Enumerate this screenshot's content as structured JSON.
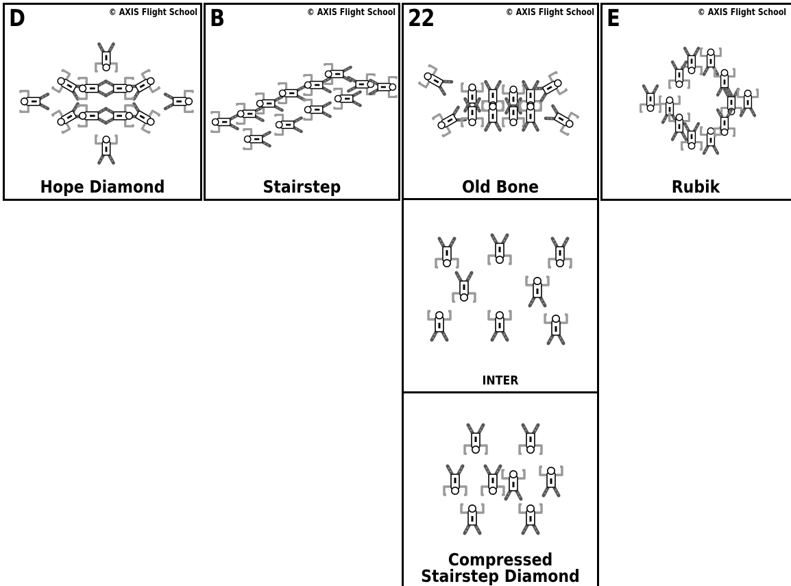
{
  "cards": [
    {
      "id": "hope-diamond",
      "code": "D",
      "copyright": "© AXIS Flight School",
      "name": "Hope Diamond"
    },
    {
      "id": "stairstep",
      "code": "B",
      "copyright": "© AXIS Flight School",
      "name": "Stairstep"
    },
    {
      "id": "old-bone",
      "code": "22",
      "copyright": "© AXIS Flight School",
      "name": "Old Bone"
    },
    {
      "id": "rubik",
      "code": "E",
      "copyright": "© AXIS Flight School",
      "name": "Rubik"
    },
    {
      "id": "inter",
      "code": "",
      "copyright": "",
      "name": "INTER"
    },
    {
      "id": "compressed-stairstep-diamond",
      "code": "",
      "copyright": "",
      "name": "Compressed\nStairstep Diamond"
    }
  ],
  "colors": {
    "border": "#000000",
    "limb": "#9a9a9a",
    "body_fill": "#ffffff",
    "leg_dark": "#555555"
  },
  "icons": {
    "figure": "skydiver-icon"
  }
}
